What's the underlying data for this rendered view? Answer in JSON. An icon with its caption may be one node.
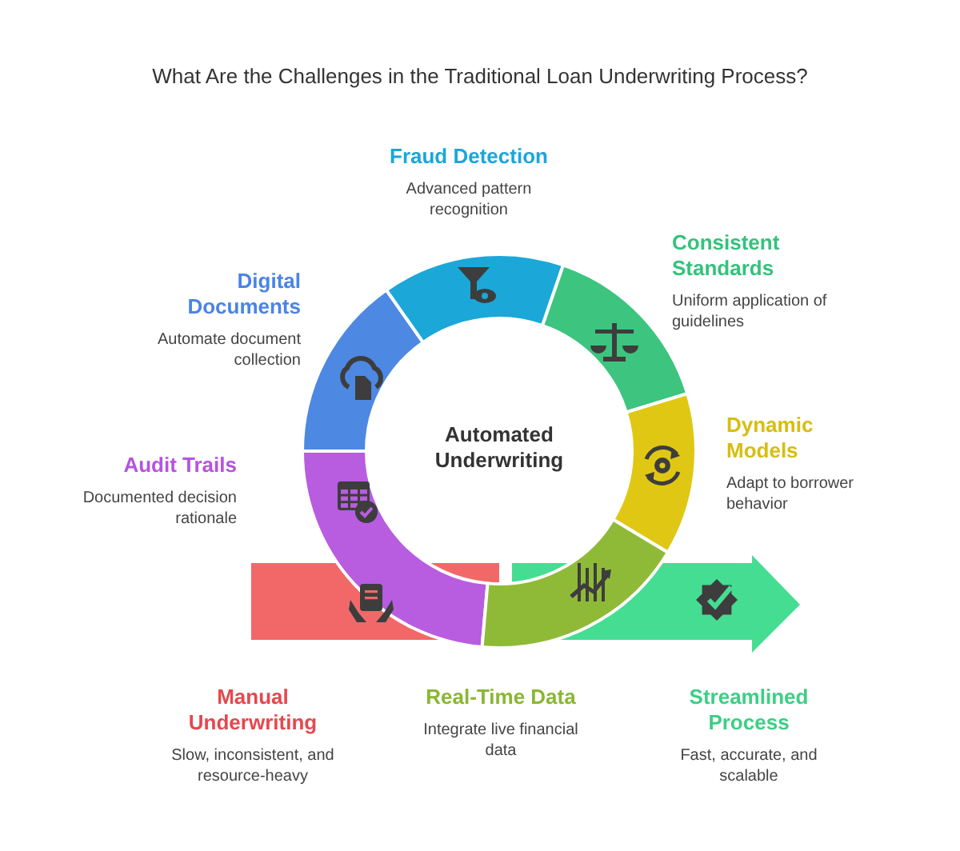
{
  "diagram": {
    "title": "What Are the Challenges in the Traditional Loan Underwriting Process?",
    "nodes": [
      {
        "text": [
          "Automated Underwriting"
        ]
      },
      {
        "text": [
          "Manual Underwriting",
          "Slow, inconsistent, and resource-heavy"
        ]
      },
      {
        "text": [
          "Audit Trails",
          "Documented decision rationale"
        ]
      },
      {
        "text": [
          "Digital Documents",
          "Automate document collection"
        ]
      },
      {
        "text": [
          "Fraud Detection",
          "Advanced pattern recognition"
        ]
      },
      {
        "text": [
          "Consistent Standards",
          "Uniform application of guidelines"
        ]
      },
      {
        "text": [
          "Dynamic Models",
          "Adapt to borrower behavior"
        ]
      },
      {
        "text": [
          "Real-Time Data",
          "Integrate live financial data"
        ]
      },
      {
        "text": [
          "Streamlined Process",
          "Fast, accurate, and scalable"
        ]
      }
    ],
    "edges": []
  }
}
